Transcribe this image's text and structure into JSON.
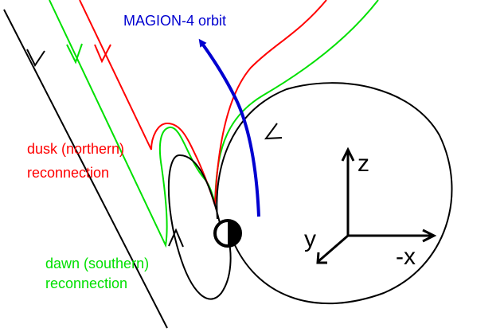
{
  "labels": {
    "orbit": "MAGION-4 orbit",
    "dusk_line1": "dusk (northern)",
    "dusk_line2": "reconnection",
    "dawn_line1": "dawn (southern)",
    "dawn_line2": "reconnection"
  },
  "axes": {
    "z": "z",
    "y": "y",
    "x": "-x"
  },
  "colors": {
    "imf": "#000000",
    "dusk": "#ff0000",
    "dawn": "#00e000",
    "orbit": "#0000d0",
    "closed": "#000000"
  }
}
